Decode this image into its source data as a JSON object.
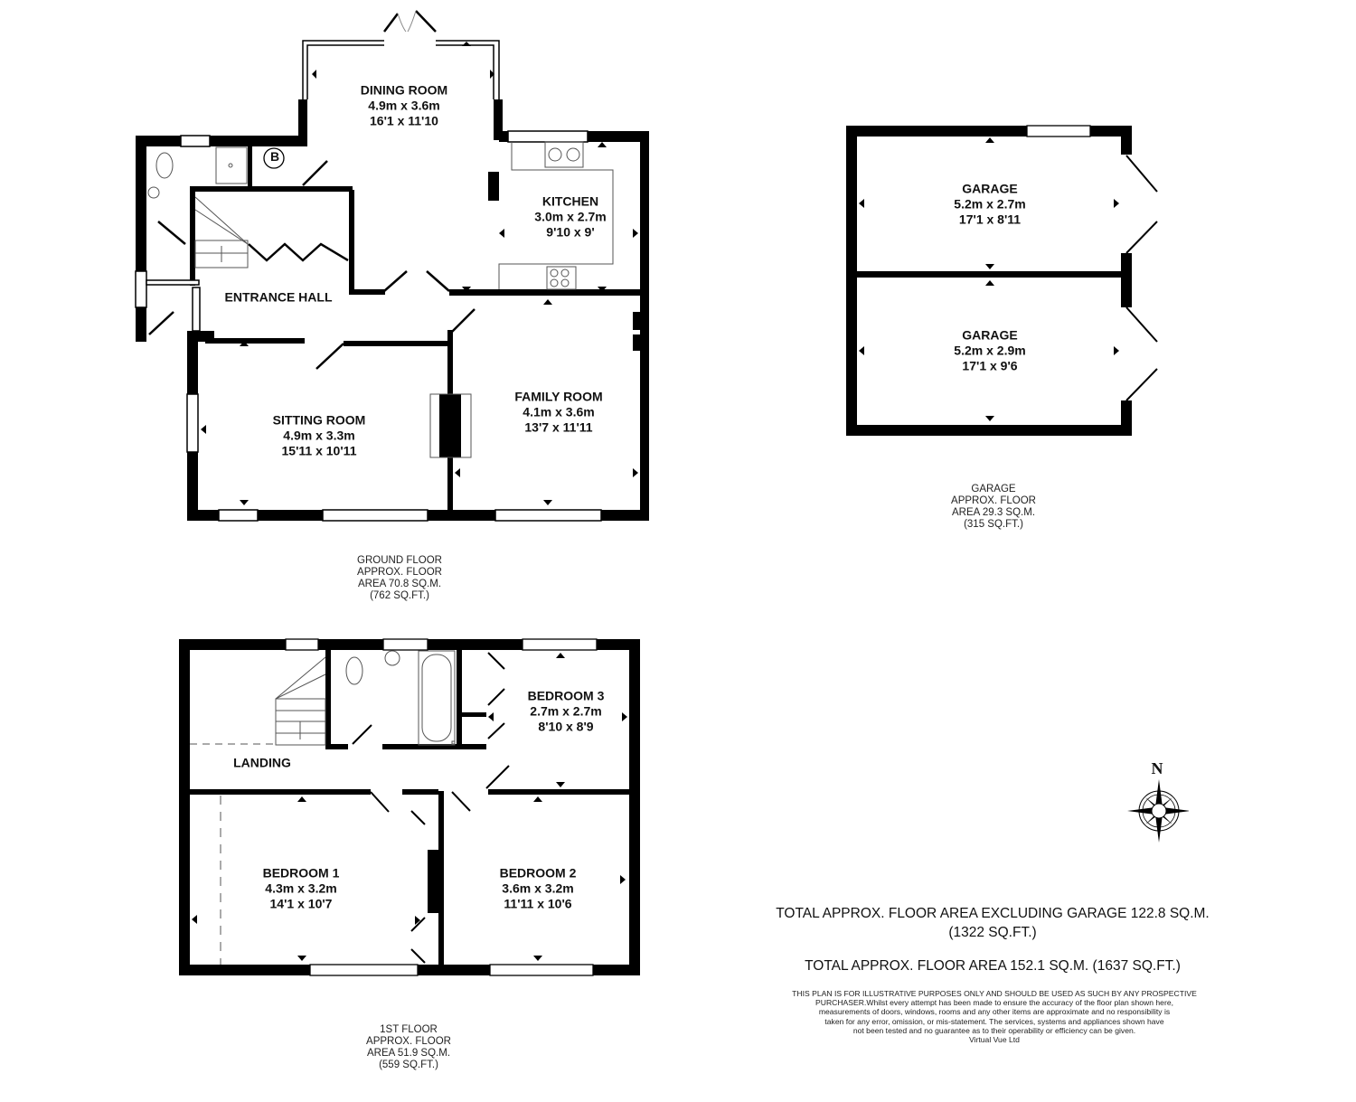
{
  "plan": {
    "wall_color": "#000000",
    "fixture_color": "#555555",
    "background": "#ffffff"
  },
  "ground_floor": {
    "rooms": [
      {
        "name": "DINING ROOM",
        "metric": "4.9m x 3.6m",
        "imperial": "16'1 x 11'10"
      },
      {
        "name": "KITCHEN",
        "metric": "3.0m x 2.7m",
        "imperial": "9'10 x 9'"
      },
      {
        "name": "ENTRANCE HALL",
        "metric": "",
        "imperial": ""
      },
      {
        "name": "SITTING ROOM",
        "metric": "4.9m x 3.3m",
        "imperial": "15'11 x 10'11"
      },
      {
        "name": "FAMILY ROOM",
        "metric": "4.1m x 3.6m",
        "imperial": "13'7 x 11'11"
      }
    ],
    "boiler_symbol": "B",
    "caption": [
      "GROUND FLOOR",
      "APPROX. FLOOR",
      "AREA 70.8 SQ.M.",
      "(762 SQ.FT.)"
    ]
  },
  "garage": {
    "rooms": [
      {
        "name": "GARAGE",
        "metric": "5.2m x 2.7m",
        "imperial": "17'1 x 8'11"
      },
      {
        "name": "GARAGE",
        "metric": "5.2m x 2.9m",
        "imperial": "17'1 x 9'6"
      }
    ],
    "caption": [
      "GARAGE",
      "APPROX. FLOOR",
      "AREA 29.3 SQ.M.",
      "(315 SQ.FT.)"
    ]
  },
  "first_floor": {
    "rooms": [
      {
        "name": "BEDROOM 3",
        "metric": "2.7m x 2.7m",
        "imperial": "8'10 x 8'9"
      },
      {
        "name": "LANDING",
        "metric": "",
        "imperial": ""
      },
      {
        "name": "BEDROOM 1",
        "metric": "4.3m x 3.2m",
        "imperial": "14'1 x 10'7"
      },
      {
        "name": "BEDROOM 2",
        "metric": "3.6m x 3.2m",
        "imperial": "11'11 x 10'6"
      }
    ],
    "caption": [
      "1ST FLOOR",
      "APPROX. FLOOR",
      "AREA 51.9 SQ.M.",
      "(559 SQ.FT.)"
    ]
  },
  "compass": {
    "label": "N"
  },
  "totals": {
    "excluding_garage_line1": "TOTAL APPROX. FLOOR AREA EXCLUDING GARAGE 122.8 SQ.M.",
    "excluding_garage_line2": "(1322 SQ.FT.)",
    "total": "TOTAL APPROX. FLOOR AREA 152.1 SQ.M. (1637 SQ.FT.)"
  },
  "disclaimer": [
    "THIS PLAN IS FOR ILLUSTRATIVE PURPOSES ONLY AND SHOULD BE USED AS SUCH BY ANY PROSPECTIVE",
    "PURCHASER.Whilst every attempt has been made to ensure the accuracy of the floor plan shown here,",
    "measurements of doors, windows, rooms and any other items are approximate and no responsibility is",
    "taken for any error, omission, or mis-statement.  The services, systems and appliances shown have",
    "not been tested and no guarantee as to their operability or efficiency can be given.",
    "Virtual Vue Ltd"
  ]
}
